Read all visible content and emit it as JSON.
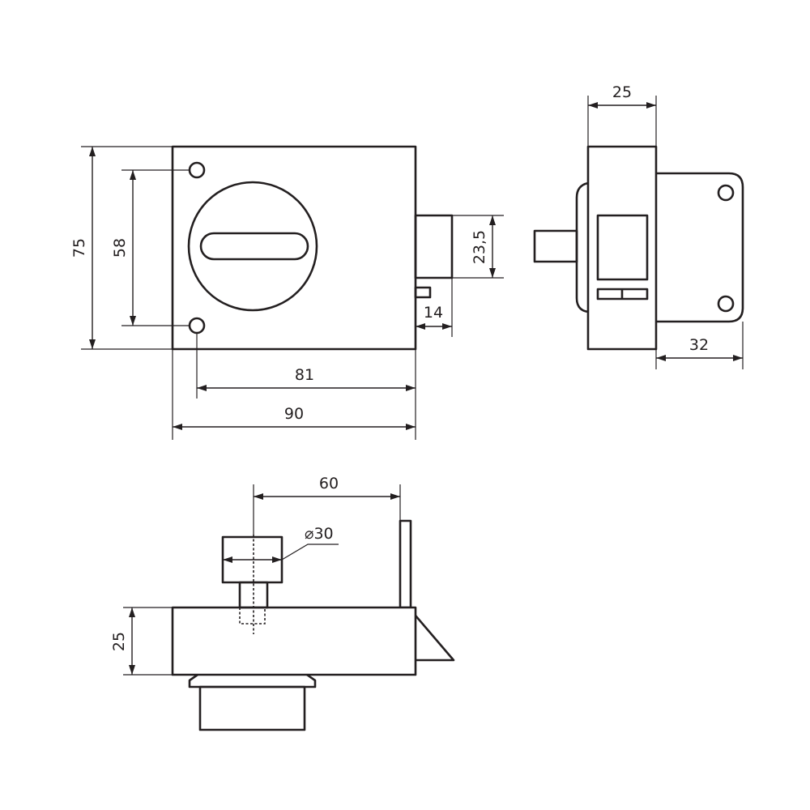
{
  "dimensions": {
    "front_height": "75",
    "hole_spacing": "58",
    "bolt_height": "23,5",
    "bolt_projection": "14",
    "hole_to_edge": "81",
    "front_width": "90",
    "side_depth": "25",
    "side_plate_width": "32",
    "cylinder_offset": "60",
    "knob_diameter": "⌀30",
    "bottom_depth": "25"
  }
}
